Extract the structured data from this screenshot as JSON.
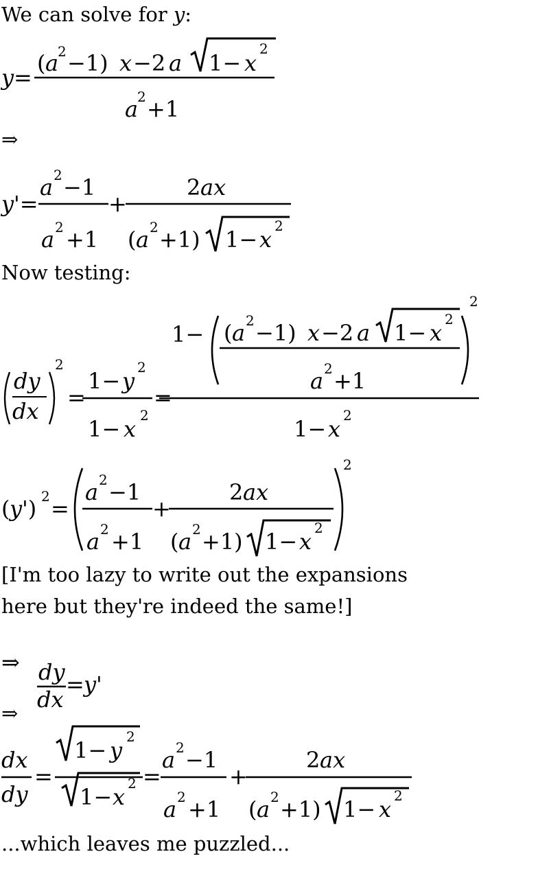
{
  "text": {
    "intro": "We can solve for y:",
    "now_testing": "Now testing:",
    "lazy_line1": "[I'm too lazy to write out the expansions",
    "lazy_line2": "here but they're indeed the same!]",
    "puzzled": "...which leaves me puzzled..."
  },
  "symbols": {
    "implies": "⇒"
  },
  "equations": {
    "eq1": "y = ((a²−1)x − 2a√(1−x²)) / (a²+1)",
    "eq2": "y' = (a²−1)/(a²+1) + 2ax / ((a²+1)√(1−x²))",
    "eq3": "(dy/dx)² = (1−y²)/(1−x²) = (1 − (((a²−1)x − 2a√(1−x²))/(a²+1))²) / (1−x²)",
    "eq4": "(y')² = ((a²−1)/(a²+1) + 2ax/((a²+1)√(1−x²)))²",
    "eq5": "⇒ dy/dx = y'",
    "eq6": "dx/dy = √(1−y²)/√(1−x²) = (a²−1)/(a²+1) + 2ax/((a²+1)√(1−x²))"
  }
}
